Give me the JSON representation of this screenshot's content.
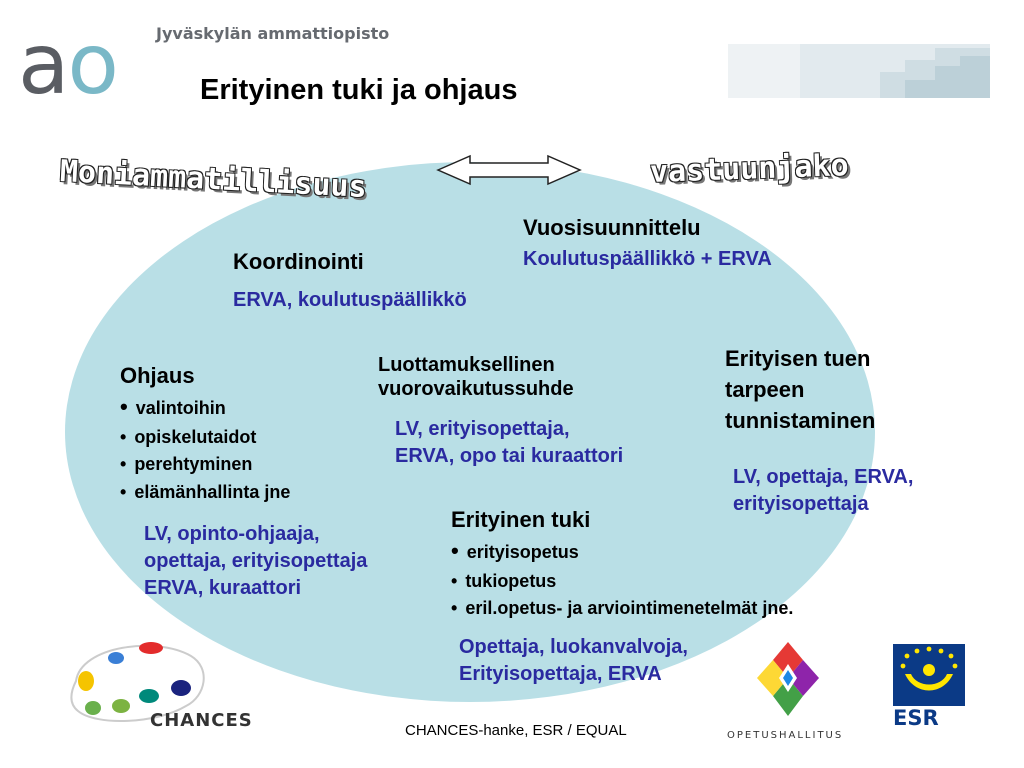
{
  "header": {
    "logo_letter_a": "a",
    "logo_letter_o": "o",
    "school_name": "Jyväskylän ammattiopisto",
    "title": "Erityinen tuki ja ohjaus"
  },
  "wordart": {
    "left": "Moniammatillisuus",
    "right": "vastuunjako"
  },
  "sections": {
    "koordinointi": {
      "heading": "Koordinointi",
      "people": "ERVA, koulutuspäällikkö"
    },
    "vuosisuunnittelu": {
      "heading": "Vuosisuunnittelu",
      "people": "Koulutuspäällikkö + ERVA"
    },
    "ohjaus": {
      "heading": "Ohjaus",
      "items": [
        "valintoihin",
        "opiskelutaidot",
        "perehtyminen",
        "elämänhallinta jne"
      ],
      "people_lines": [
        "LV, opinto-ohjaaja,",
        "opettaja, erityisopettaja",
        "ERVA, kuraattori"
      ]
    },
    "luottamus": {
      "heading_lines": [
        "Luottamuksellinen",
        "vuorovaikutussuhde"
      ],
      "people_lines": [
        "LV, erityisopettaja,",
        "ERVA, opo tai kuraattori"
      ]
    },
    "tunnistaminen": {
      "heading_lines": [
        "Erityisen tuen",
        "tarpeen",
        "tunnistaminen"
      ],
      "people_lines": [
        "LV, opettaja, ERVA,",
        "erityisopettaja"
      ]
    },
    "erityinen_tuki": {
      "heading": "Erityinen tuki",
      "items": [
        "erityisopetus",
        "tukiopetus",
        "eril.opetus- ja arviointimenetelmät jne."
      ],
      "people_lines": [
        "Opettaja, luokanvalvoja,",
        "Erityisopettaja, ERVA"
      ]
    }
  },
  "logos": {
    "chances": "CHANCES",
    "opetushallitus": "OPETUSHALLITUS",
    "esr": "ESR"
  },
  "footer": "CHANCES-hanke, ESR / EQUAL",
  "colors": {
    "ellipse": "#b9dfe6",
    "people_text": "#2a2aa0",
    "logo_o": "#7ab8c7"
  }
}
